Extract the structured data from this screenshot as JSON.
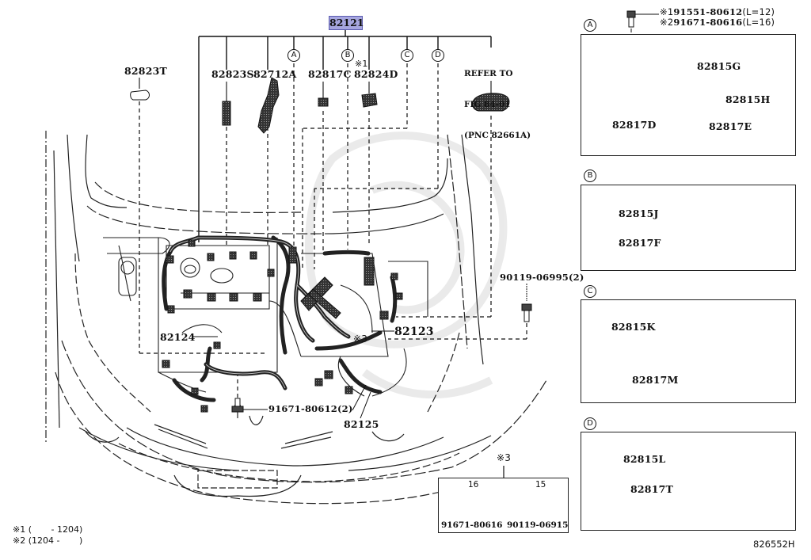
{
  "diagram": {
    "main_part": {
      "pnc": "82121",
      "highlight_color": "#a6a6df"
    },
    "top_callouts": [
      {
        "pnc": "82823T"
      },
      {
        "pnc": "82823S"
      },
      {
        "pnc": "82712A"
      },
      {
        "pnc": "82817C"
      },
      {
        "pnc": "82824D",
        "note_mark": "※1"
      }
    ],
    "detail_markers": [
      "A",
      "B",
      "C",
      "D"
    ],
    "reference_note": {
      "line1": "REFER TO",
      "line2": "FIG 84-01",
      "line3": "(PNC 82661A)"
    },
    "body_callouts": {
      "p82124": "82124",
      "p82123": "82123",
      "p82125": "82125",
      "bolt_front": "91671-80612(2)",
      "bolt_right": "90119-06995(2)",
      "mark3_inline": "※3"
    },
    "detail_panels": [
      {
        "marker": "A",
        "fasteners": [
          {
            "mark": "※1",
            "part": "91551-80612",
            "length": "(L=12)"
          },
          {
            "mark": "※2",
            "part": "91671-80616",
            "length": "(L=16)"
          }
        ],
        "parts": [
          "82815G",
          "82815H",
          "82817D",
          "82817E"
        ]
      },
      {
        "marker": "B",
        "parts": [
          "82815J",
          "82817F"
        ]
      },
      {
        "marker": "C",
        "parts": [
          "82815K",
          "82817M"
        ]
      },
      {
        "marker": "D",
        "parts": [
          "82815L",
          "82817T"
        ]
      }
    ],
    "bolt_table": {
      "mark": "※3",
      "cells": [
        {
          "dimension": "16",
          "part": "91671-80616"
        },
        {
          "dimension": "15",
          "part": "90119-06915"
        }
      ]
    },
    "footnotes": [
      "※1 (       - 1204)",
      "※2 (1204 -       )"
    ],
    "figure_id": "826552H"
  }
}
